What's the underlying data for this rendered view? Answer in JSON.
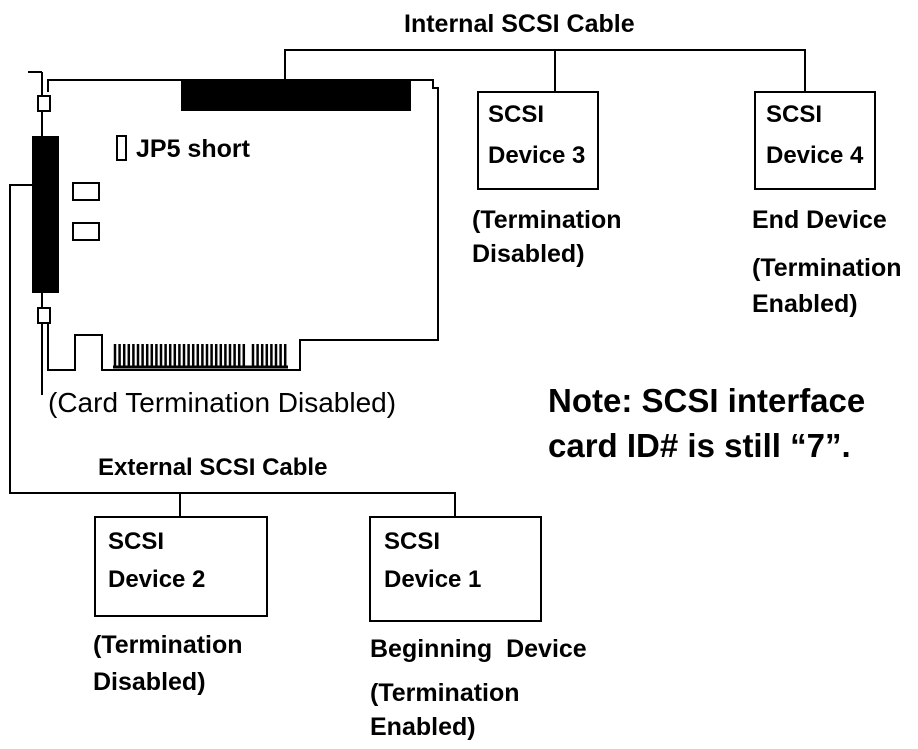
{
  "internal_cable_label": "Internal SCSI Cable",
  "external_cable_label": "External SCSI Cable",
  "card": {
    "jumper_label": "JP5 short",
    "termination_label": "(Card Termination Disabled)"
  },
  "note": {
    "line1": "Note: SCSI interface",
    "line2": "card ID# is still “7”."
  },
  "devices": {
    "device3": {
      "line1": "SCSI",
      "line2": "Device 3",
      "status_line1": "(Termination",
      "status_line2": "Disabled)"
    },
    "device4": {
      "line1": "SCSI",
      "line2": "Device 4",
      "role": "End Device",
      "status_line1": "(Termination",
      "status_line2": "Enabled)"
    },
    "device2": {
      "line1": "SCSI",
      "line2": "Device 2",
      "status_line1": "(Termination",
      "status_line2": "Disabled)"
    },
    "device1": {
      "line1": "SCSI",
      "line2": "Device 1",
      "role": "Beginning  Device",
      "status_line1": "(Termination",
      "status_line2": "Enabled)"
    }
  }
}
